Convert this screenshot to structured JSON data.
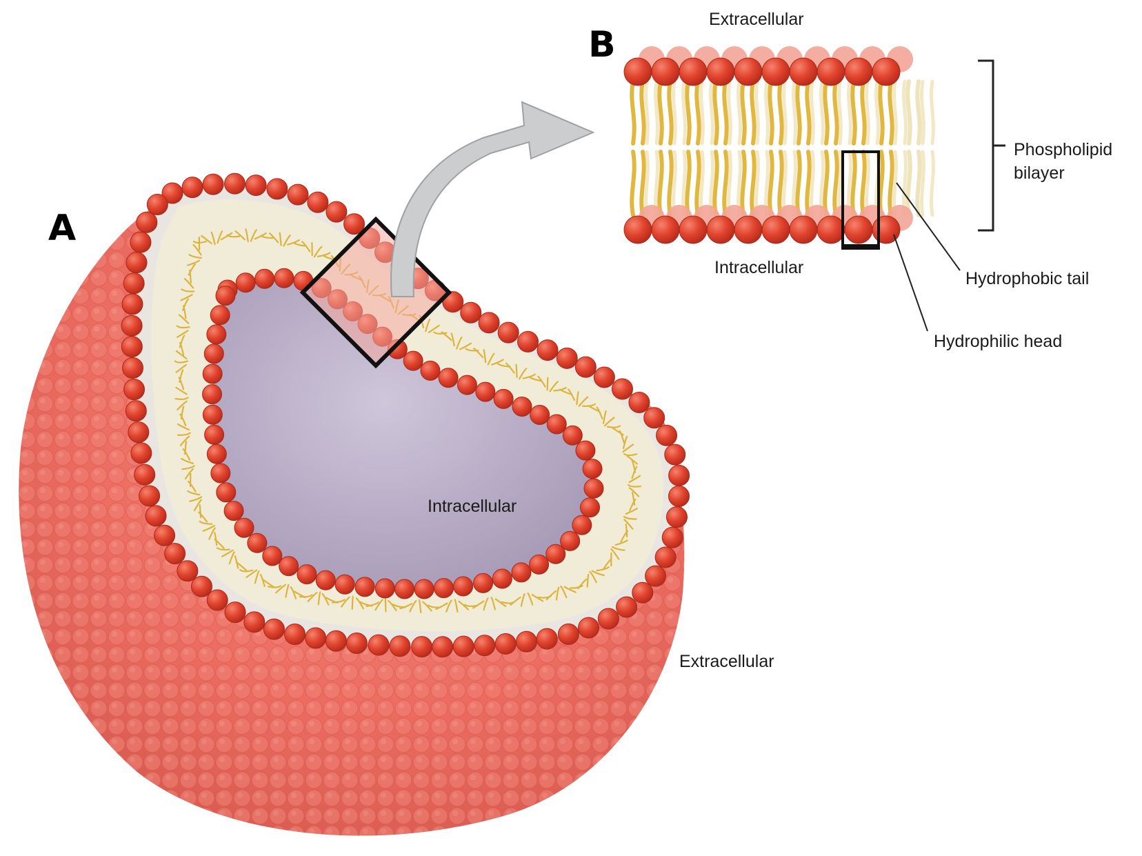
{
  "panel_a": {
    "letter": "A",
    "label_intracellular": "Intracellular",
    "label_extracellular": "Extracellular"
  },
  "panel_b": {
    "letter": "B",
    "label_extracellular": "Extracellular",
    "label_intracellular": "Intracellular",
    "label_bilayer_line1": "Phospholipid",
    "label_bilayer_line2": "bilayer",
    "label_tail": "Hydrophobic tail",
    "label_head": "Hydrophilic head"
  },
  "colors": {
    "head": "#e0432d",
    "head_light": "#f0776a",
    "outer_sphere": "#ee6b60",
    "tail": "#e3bd4a",
    "interior": "#b8aec6",
    "arrow": "#c9cbcd"
  }
}
